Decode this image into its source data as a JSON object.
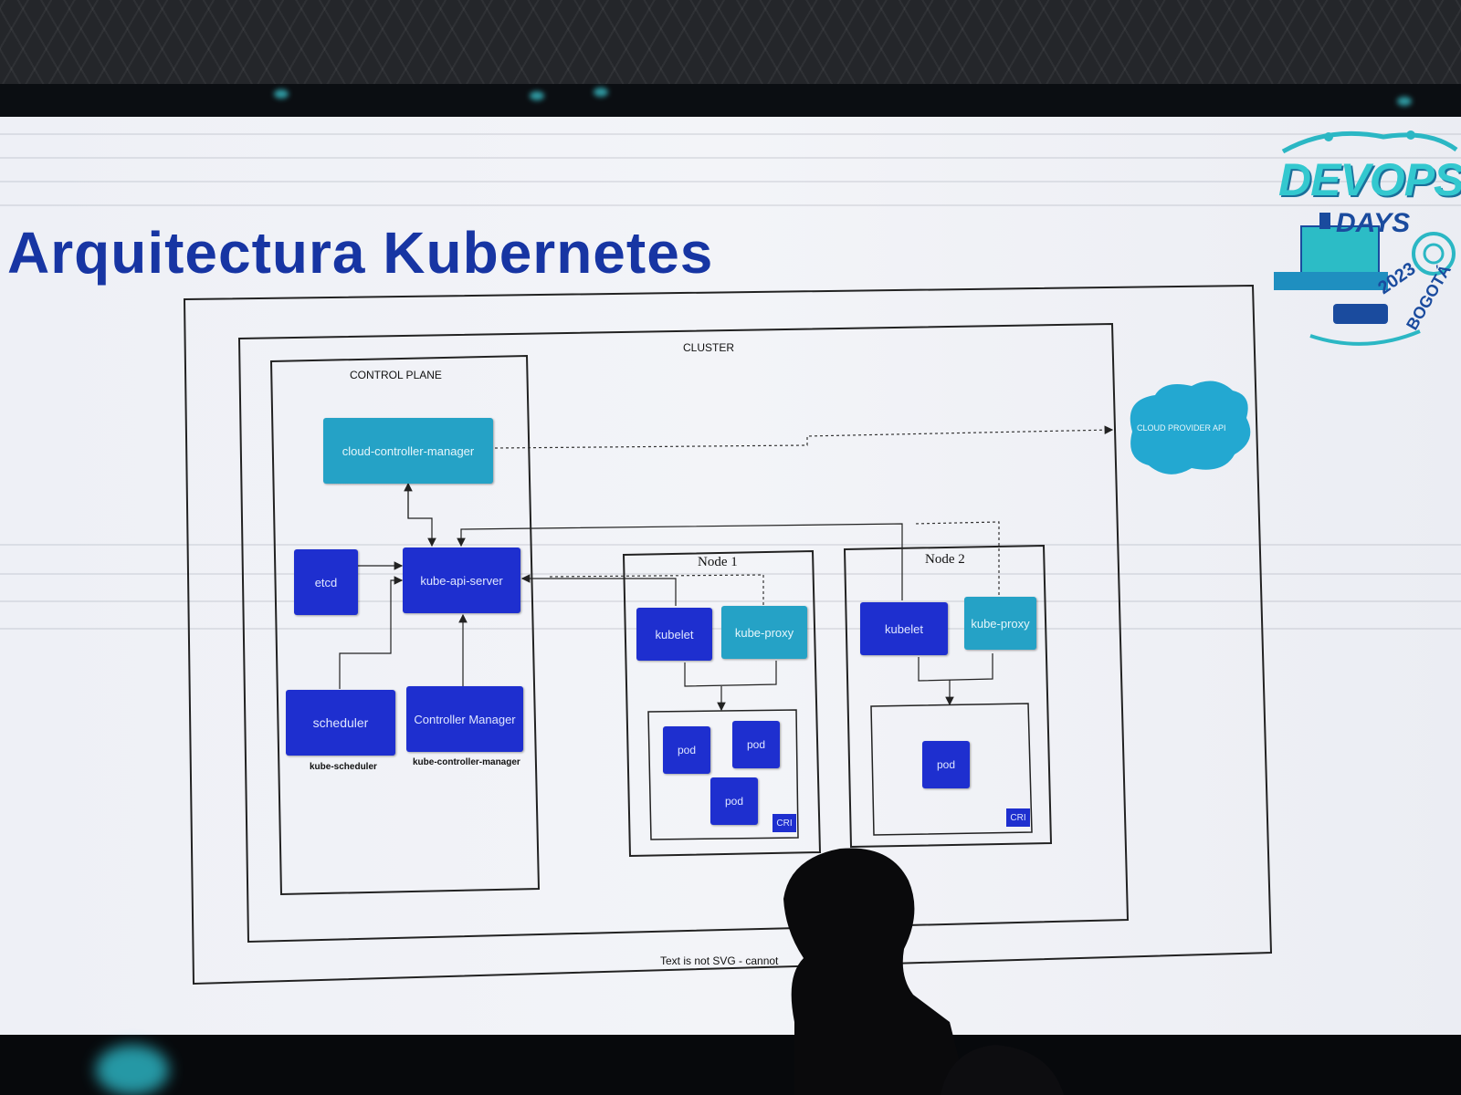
{
  "slide": {
    "title": "Arquitectura Kubernetes",
    "logo_text": "DEVOPS",
    "logo_sub": "DAYS",
    "logo_year": "2023",
    "logo_city": "BOGOTÁ"
  },
  "diagram": {
    "cluster_label": "CLUSTER",
    "control_plane_label": "CONTROL PLANE",
    "cloud_controller_manager": "cloud-controller-manager",
    "kube_api_server": "kube-api-server",
    "etcd": "etcd",
    "scheduler": "scheduler",
    "scheduler_sub": "kube-scheduler",
    "controller_manager": "Controller Manager",
    "controller_manager_sub": "kube-controller-manager",
    "cloud_provider_api": "CLOUD PROVIDER API",
    "node1": {
      "title": "Node 1",
      "kubelet": "kubelet",
      "kube_proxy": "kube-proxy",
      "pods": [
        "pod",
        "pod",
        "pod"
      ],
      "cri": "CRI"
    },
    "node2": {
      "title": "Node 2",
      "kubelet": "kubelet",
      "kube_proxy": "kube-proxy",
      "pods": [
        "pod"
      ],
      "cri": "CRI"
    },
    "footer_text": "Text is not SVG - cannot"
  },
  "colors": {
    "title": "#1735a3",
    "component_blue": "#1e2fcf",
    "component_teal": "#25a2c6",
    "cloud": "#23a8d1"
  }
}
